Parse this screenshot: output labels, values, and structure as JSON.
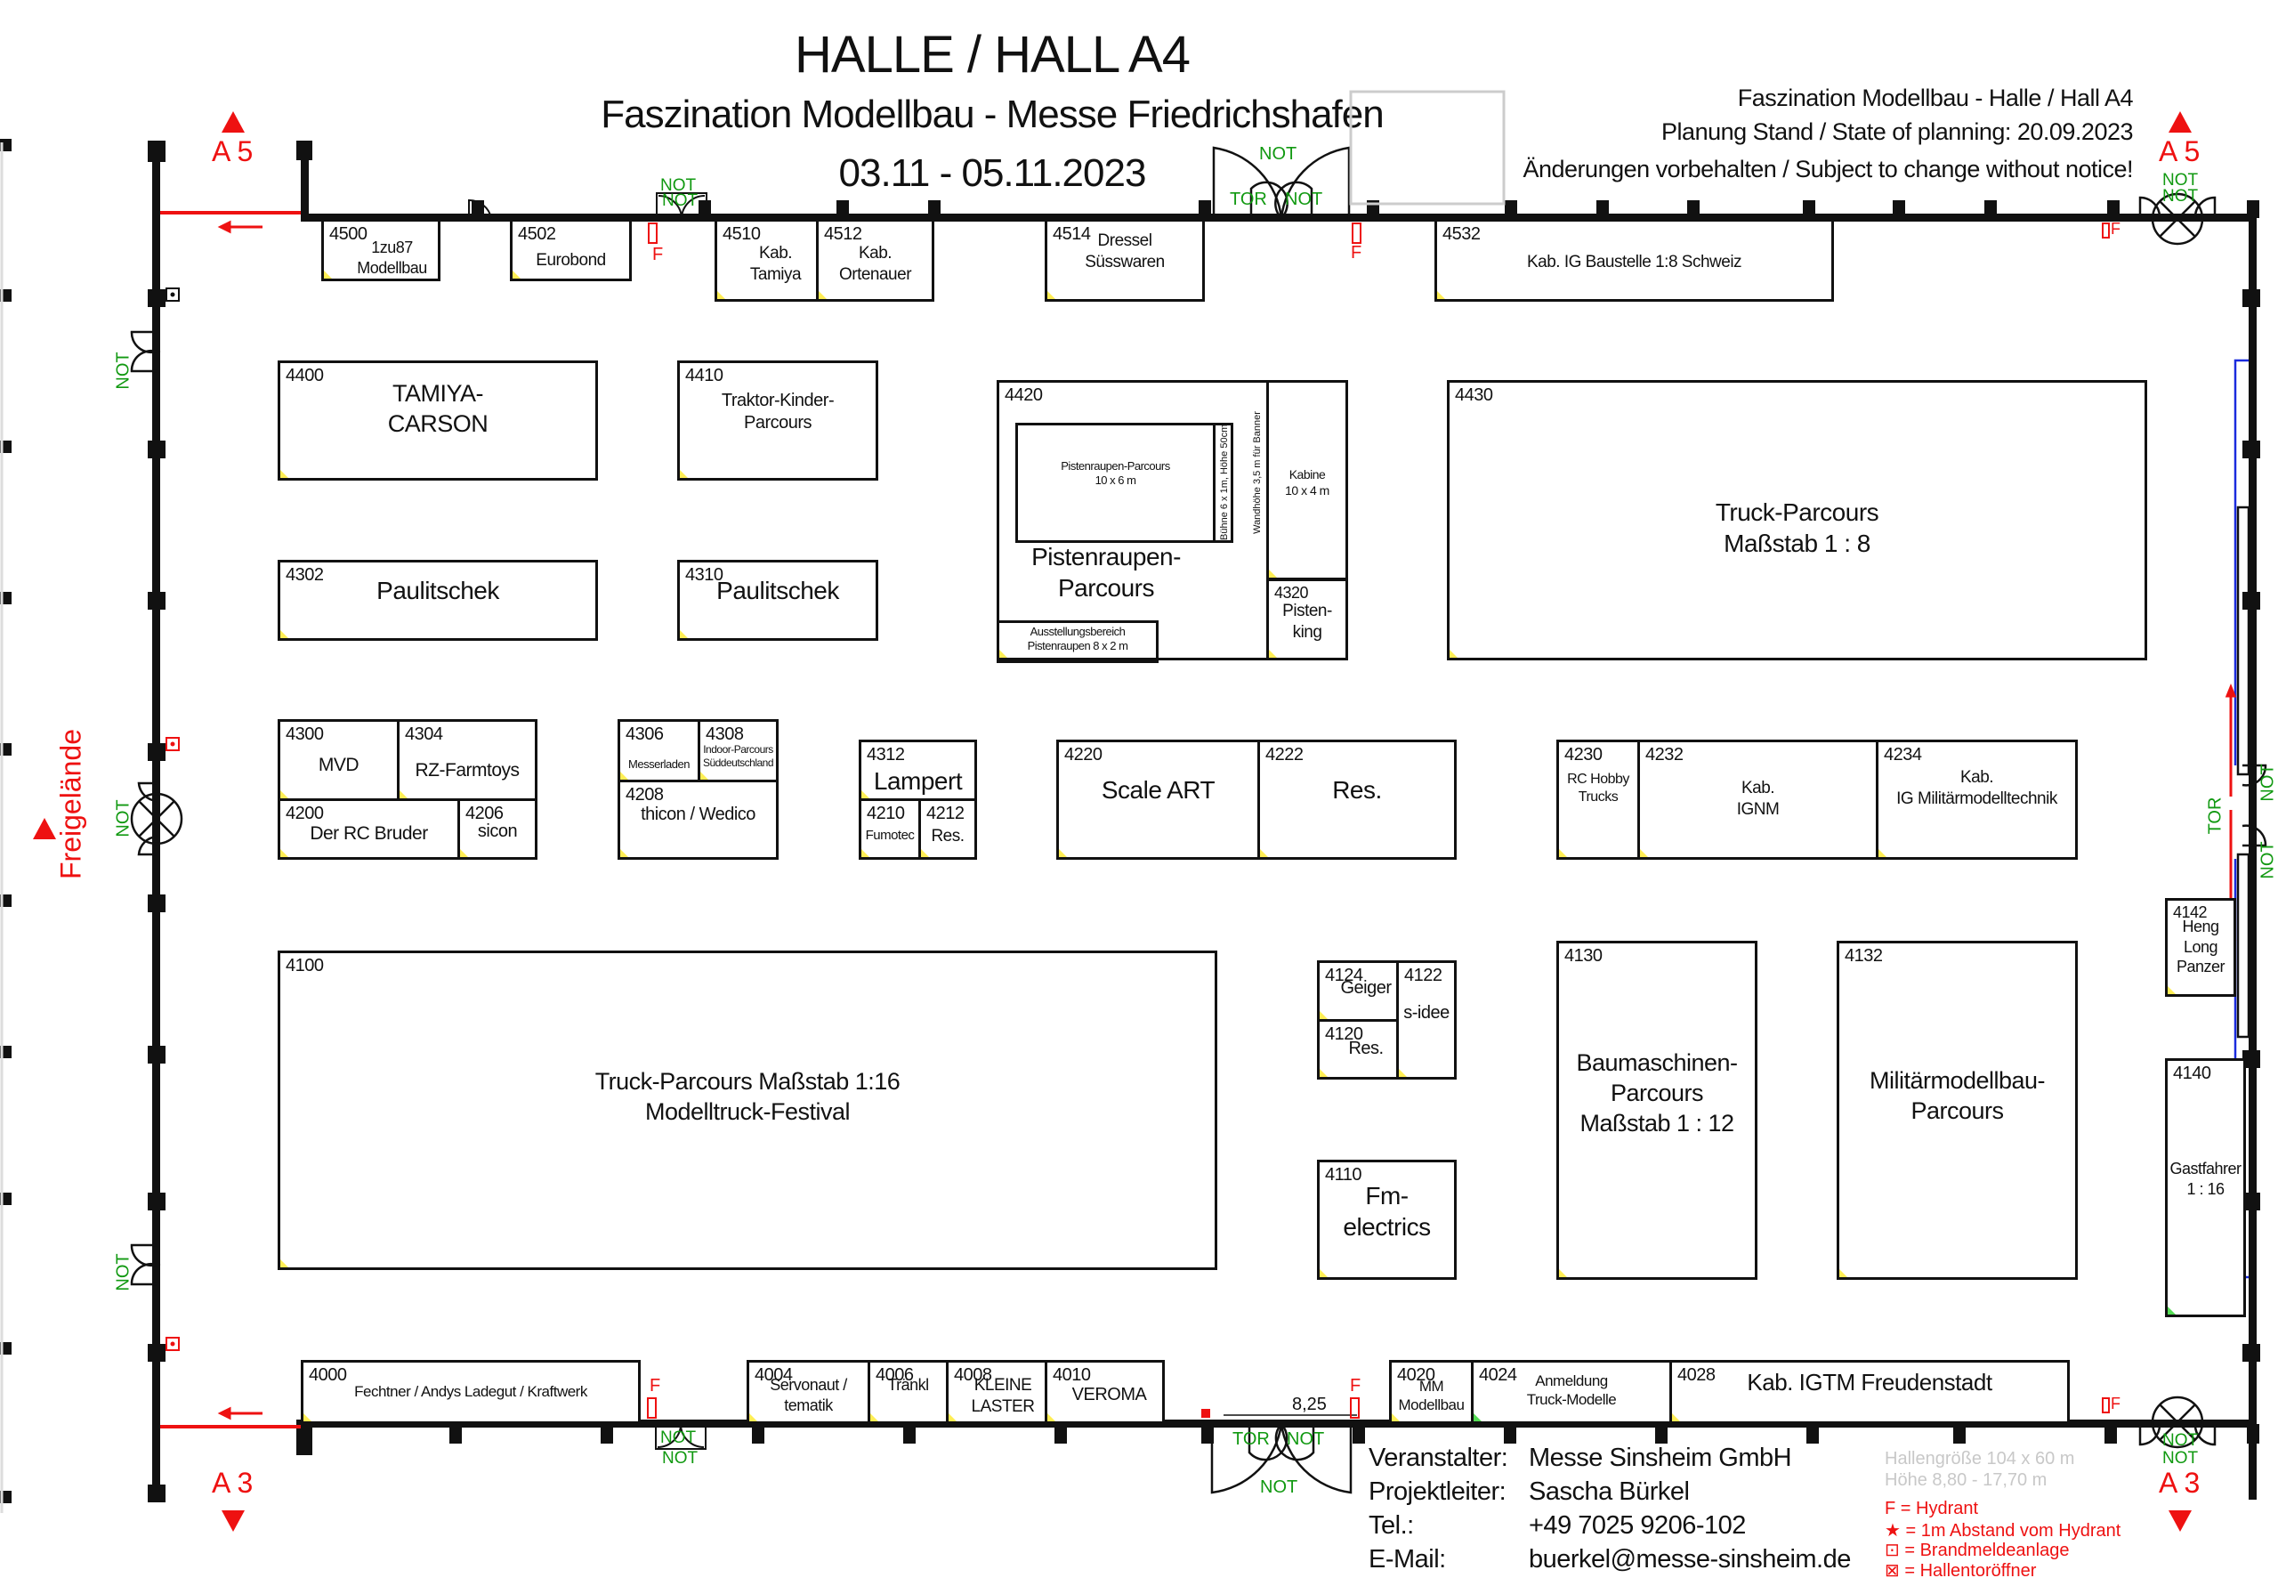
{
  "header": {
    "title": "HALLE / HALL A4",
    "subtitle": "Faszination Modellbau - Messe Friedrichshafen",
    "dates": "03.11 - 05.11.2023"
  },
  "info": {
    "line1": "Faszination Modellbau - Halle / Hall A4",
    "line2": "Planung Stand / State of planning: 20.09.2023",
    "line3": "Änderungen vorbehalten / Subject to change without notice!"
  },
  "exits": {
    "a5_left": "A 5",
    "a5_right": "A 5",
    "a3_left": "A 3",
    "a3_right": "A 3",
    "freigelaende": "Freigelände"
  },
  "door_labels": {
    "not": "NOT",
    "tor": "TOR",
    "hydrant": "F",
    "dimension": "8,25"
  },
  "colors": {
    "exit_red": "#ee1111",
    "door_green": "#119911",
    "wall": "#111111",
    "marker_yellow": "#ffee55",
    "marker_green": "#55dd55",
    "annex_blue": "#1a2bdd"
  },
  "booths": {
    "b4500": {
      "number": "4500",
      "name": "1zu87\nModellbau"
    },
    "b4502": {
      "number": "4502",
      "name": "Eurobond"
    },
    "b4510": {
      "number": "4510",
      "name": "Kab.\nTamiya"
    },
    "b4512": {
      "number": "4512",
      "name": "Kab.\nOrtenauer"
    },
    "b4514": {
      "number": "4514",
      "name": "Dressel\nSüsswaren"
    },
    "b4532": {
      "number": "4532",
      "name": "Kab. IG Baustelle 1:8 Schweiz"
    },
    "b4400": {
      "number": "4400",
      "name": "TAMIYA-\nCARSON"
    },
    "b4410": {
      "number": "4410",
      "name": "Traktor-Kinder-\nParcours"
    },
    "b4302": {
      "number": "4302",
      "name": "Paulitschek"
    },
    "b4310": {
      "number": "4310",
      "name": "Paulitschek"
    },
    "b4420": {
      "number": "4420",
      "name": "Pistenraupen-\nParcours",
      "inner_parcours": "Pistenraupen-Parcours\n10 x 6 m",
      "stage": "Bühne 6 x 1m, Höhe 50cm",
      "wall_note": "Wandhöhe 3,5 m für Banner",
      "exhibit_area": "Ausstellungsbereich\nPistenraupen 8 x 2 m",
      "cabin": "Kabine\n10 x 4 m"
    },
    "b4320": {
      "number": "4320",
      "name": "Pisten-\nking"
    },
    "b4430": {
      "number": "4430",
      "name": "Truck-Parcours\nMaßstab 1 : 8"
    },
    "b4300": {
      "number": "4300",
      "name": "MVD"
    },
    "b4304": {
      "number": "4304",
      "name": "RZ-Farmtoys"
    },
    "b4200": {
      "number": "4200",
      "name": "Der RC Bruder"
    },
    "b4206": {
      "number": "4206",
      "name": "sicon"
    },
    "b4306": {
      "number": "4306",
      "name": "Messerladen"
    },
    "b4308": {
      "number": "4308",
      "name": "Indoor-Parcours\nSüddeutschland"
    },
    "b4208": {
      "number": "4208",
      "name": "thicon / Wedico"
    },
    "b4312": {
      "number": "4312",
      "name": "Lampert"
    },
    "b4210": {
      "number": "4210",
      "name": "Fumotec"
    },
    "b4212": {
      "number": "4212",
      "name": "Res."
    },
    "b4220": {
      "number": "4220",
      "name": "Scale ART"
    },
    "b4222": {
      "number": "4222",
      "name": "Res."
    },
    "b4230": {
      "number": "4230",
      "name": "RC Hobby\nTrucks"
    },
    "b4232": {
      "number": "4232",
      "name": "Kab.\nIGNM"
    },
    "b4234": {
      "number": "4234",
      "name": "Kab.\nIG Militärmodelltechnik"
    },
    "b4100": {
      "number": "4100",
      "name": "Truck-Parcours Maßstab 1:16\nModelltruck-Festival"
    },
    "b4124": {
      "number": "4124",
      "name": "Geiger"
    },
    "b4122": {
      "number": "4122",
      "name": "s-idee"
    },
    "b4120": {
      "number": "4120",
      "name": "Res."
    },
    "b4110": {
      "number": "4110",
      "name": "Fm-\nelectrics"
    },
    "b4130": {
      "number": "4130",
      "name": "Baumaschinen-\nParcours\nMaßstab 1 : 12"
    },
    "b4132": {
      "number": "4132",
      "name": "Militärmodellbau-\nParcours"
    },
    "b4142": {
      "number": "4142",
      "name": "Heng\nLong\nPanzer"
    },
    "b4140": {
      "number": "4140",
      "name": "Gastfahrer\n1 : 16"
    },
    "b4000": {
      "number": "4000",
      "name": "Fechtner / Andys Ladegut / Kraftwerk"
    },
    "b4004": {
      "number": "4004",
      "name": "Servonaut /\ntematik"
    },
    "b4006": {
      "number": "4006",
      "name": "Tränkl"
    },
    "b4008": {
      "number": "4008",
      "name": "KLEINE\nLASTER"
    },
    "b4010": {
      "number": "4010",
      "name": "VEROMA"
    },
    "b4020": {
      "number": "4020",
      "name": "MM\nModellbau"
    },
    "b4024": {
      "number": "4024",
      "name": "Anmeldung\nTruck-Modelle"
    },
    "b4028": {
      "number": "4028",
      "name": "Kab. IGTM Freudenstadt"
    }
  },
  "contact": {
    "organizer_label": "Veranstalter:",
    "organizer": "Messe Sinsheim GmbH",
    "manager_label": "Projektleiter:",
    "manager": "Sascha Bürkel",
    "phone_label": "Tel.:",
    "phone": "+49 7025 9206-102",
    "email_label": "E-Mail:",
    "email": "buerkel@messe-sinsheim.de"
  },
  "hall_specs": {
    "size": "Hallengröße  104 x 60 m",
    "height": "Höhe 8,80 - 17,70 m"
  },
  "legend": [
    {
      "symbol": "F",
      "text": "= Hydrant"
    },
    {
      "symbol": "★",
      "text": "= 1m Abstand vom Hydrant"
    },
    {
      "symbol": "⊡",
      "text": "= Brandmeldeanlage"
    },
    {
      "symbol": "⊠",
      "text": "= Hallentoröffner"
    }
  ]
}
